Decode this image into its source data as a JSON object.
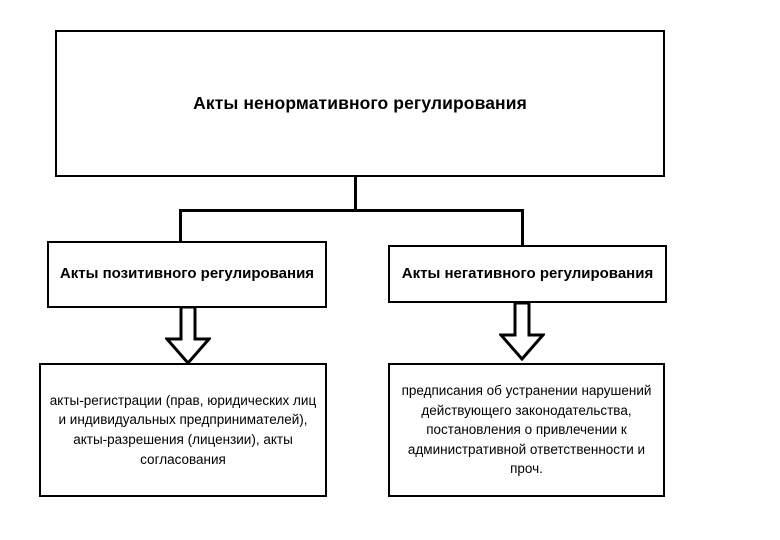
{
  "diagram": {
    "title": "Акты ненормативного регулирования",
    "type": "hierarchy-tree",
    "root": {
      "label": "Акты ненормативного регулирования"
    },
    "branches": [
      {
        "id": "positive",
        "label": "Акты позитивного регулирования",
        "detail": "акты-регистрации (прав, юридических лиц и индивидуальных предпринимателей), акты-разрешения (лицензии), акты согласования"
      },
      {
        "id": "negative",
        "label": "Акты негативного регулирования",
        "detail": "предписания об устранении нарушений действующего законодательства, постановления о привлечении к административной ответственности и проч."
      }
    ],
    "connectors": {
      "root_to_branches": "t-connector",
      "branch_to_detail": "hollow-block-arrow-down"
    },
    "colors": {
      "background": "#ffffff",
      "stroke": "#000000",
      "text": "#000000",
      "fill": "#ffffff"
    }
  }
}
